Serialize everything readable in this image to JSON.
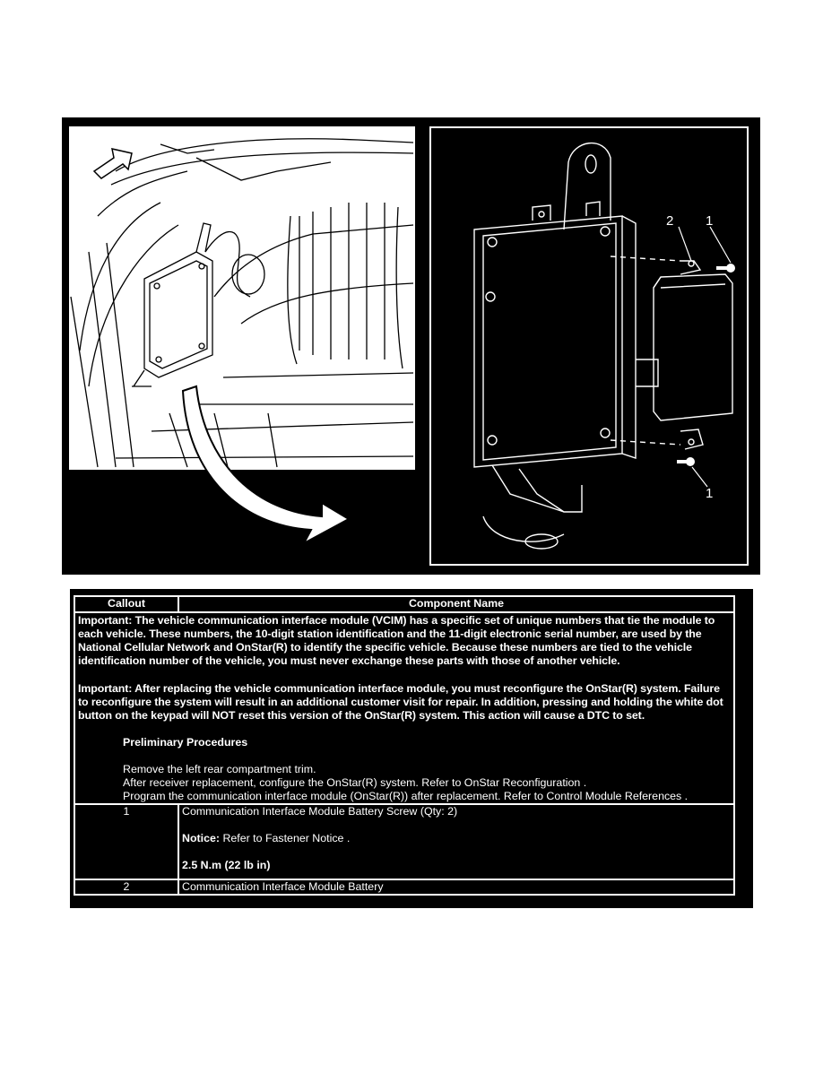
{
  "figure": {
    "left_panel": {
      "description_icon": "arrow-forward-icon"
    },
    "right_panel": {
      "callouts": [
        "2",
        "1",
        "1"
      ]
    }
  },
  "table": {
    "headers": {
      "callout": "Callout",
      "component": "Component Name"
    },
    "important_1": "Important: The vehicle communication interface module (VCIM) has a specific set of unique numbers that tie the module to each vehicle. These numbers, the 10-digit station identification and the 11-digit electronic serial number, are used by the National Cellular Network and OnStar(R) to identify the specific vehicle. Because these numbers are tied to the vehicle identification number of the vehicle, you must never exchange these parts with those of another vehicle.",
    "important_2": "Important: After replacing the vehicle communication interface module, you must reconfigure the OnStar(R) system. Failure to reconfigure the system will result in an additional customer visit for repair. In addition, pressing and holding the white dot button on the keypad will NOT reset this version of the OnStar(R) system. This action will cause a DTC to set.",
    "preliminary": {
      "heading": "Preliminary Procedures",
      "steps": [
        "Remove the left rear compartment trim.",
        "After receiver replacement, configure the OnStar(R) system. Refer to OnStar Reconfiguration .",
        "Program the communication interface module (OnStar(R)) after replacement. Refer to Control Module References ."
      ]
    },
    "rows": [
      {
        "callout": "1",
        "name": "Communication Interface Module Battery Screw (Qty: 2)",
        "notice_label": "Notice:",
        "notice_text": " Refer to Fastener Notice .",
        "torque": "2.5 N.m (22 lb in)"
      },
      {
        "callout": "2",
        "name": "Communication Interface Module Battery"
      }
    ]
  }
}
